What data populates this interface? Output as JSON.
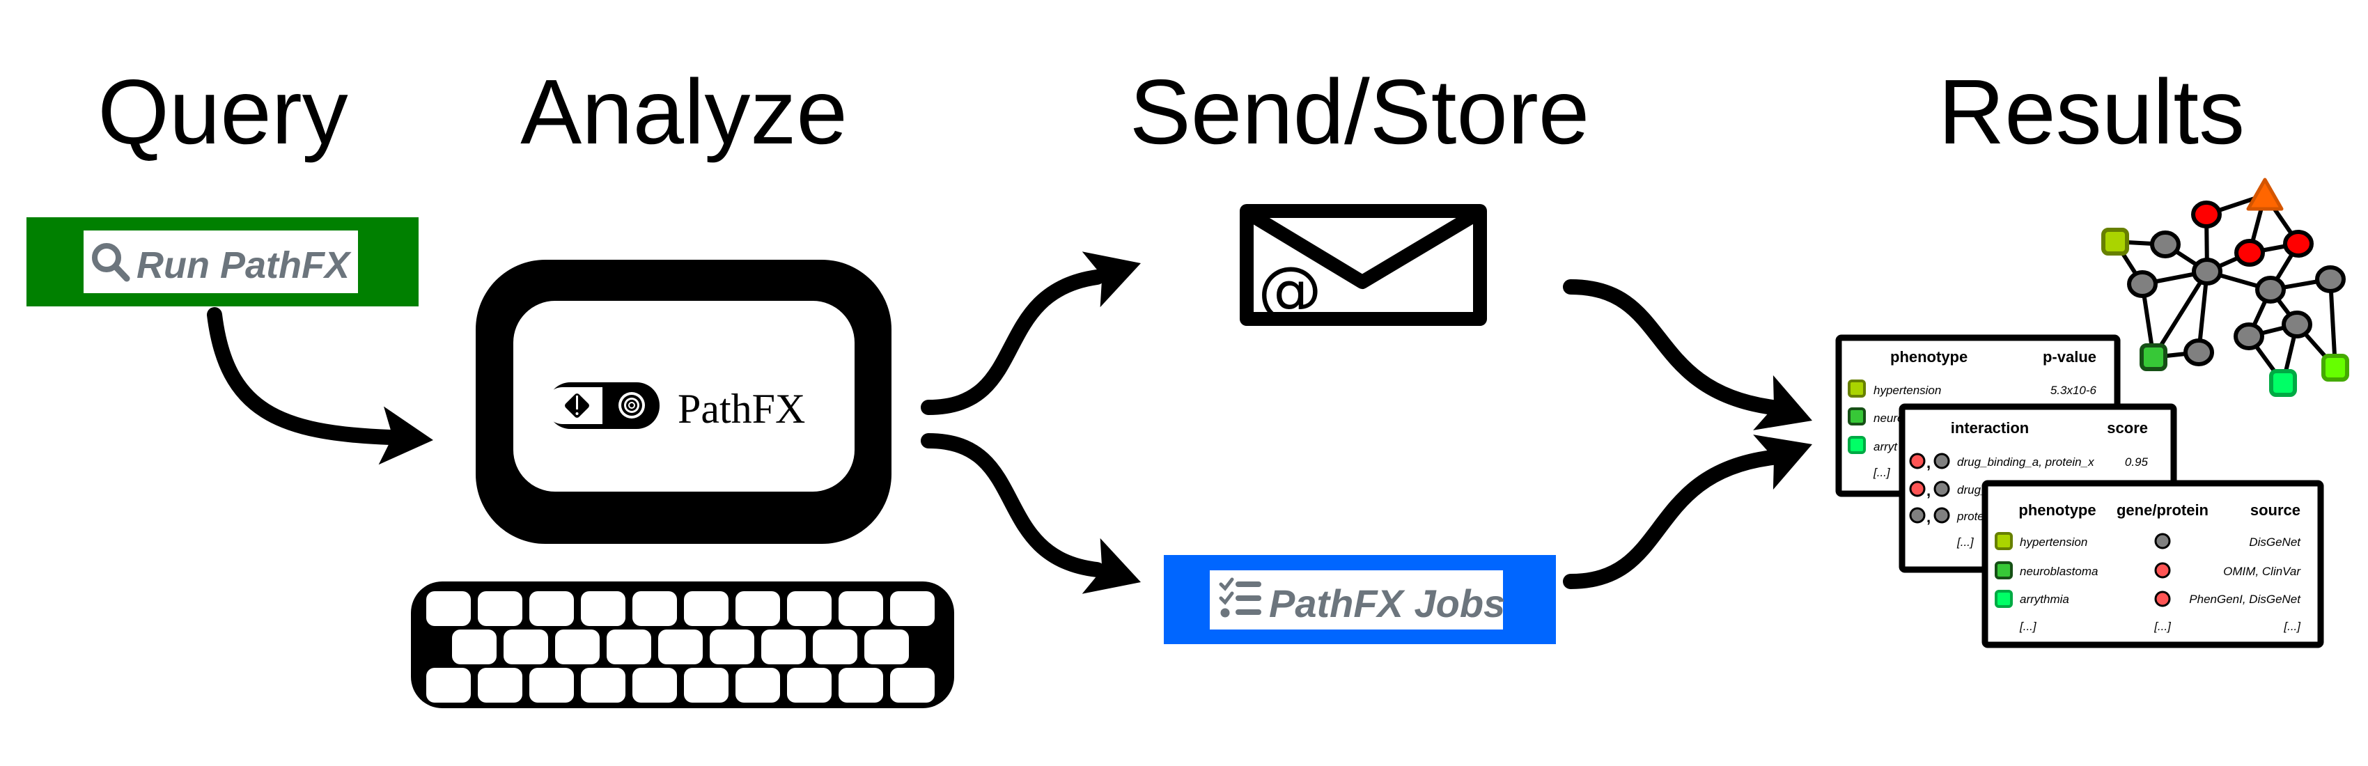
{
  "stages": {
    "query": "Query",
    "analyze": "Analyze",
    "send_store": "Send/Store",
    "results": "Results"
  },
  "query_button": {
    "label": "Run PathFX",
    "icon": "search-icon",
    "bg_color": "#008000",
    "text_color": "#6c757d"
  },
  "app_logo": {
    "label": "PathFX"
  },
  "email": {
    "symbol": "@",
    "icon": "envelope-icon"
  },
  "jobs_button": {
    "label": "PathFX Jobs",
    "icon": "checklist-icon",
    "bg_color": "#0066ff",
    "text_color": "#6c757d"
  },
  "colors": {
    "gray_node": "#808080",
    "red_node": "#ff0000",
    "drug_triangle": "#ff6600",
    "hypertension": "#aad400",
    "neuroblastoma": "#37c837",
    "arrythmia": "#00ff66",
    "other_phenotype": "#66ff00",
    "table_red": "#ff5555"
  },
  "tables": {
    "phenotype_pvalue": {
      "headers": [
        "phenotype",
        "p-value"
      ],
      "rows": [
        {
          "phenotype": "hypertension",
          "value": "5.3x10-6"
        },
        {
          "phenotype": "neuro",
          "value": ""
        },
        {
          "phenotype": "arryt",
          "value": ""
        }
      ],
      "ellipsis": "[...]"
    },
    "interaction_score": {
      "headers": [
        "interaction",
        "score"
      ],
      "rows": [
        {
          "interaction": "drug_binding_a, protein_x",
          "score": "0.95"
        },
        {
          "interaction": "drug_",
          "score": ""
        },
        {
          "interaction": "prote",
          "score": ""
        }
      ],
      "ellipsis": "[...]"
    },
    "phenotype_gene_source": {
      "headers": [
        "phenotype",
        "gene/protein",
        "source"
      ],
      "rows": [
        {
          "phenotype": "hypertension",
          "source": "DisGeNet"
        },
        {
          "phenotype": "neuroblastoma",
          "source": "OMIM, ClinVar"
        },
        {
          "phenotype": "arrythmia",
          "source": "PhenGenI, DisGeNet"
        }
      ],
      "ellipsis": [
        "[...]",
        "[...]",
        "[...]"
      ]
    }
  }
}
